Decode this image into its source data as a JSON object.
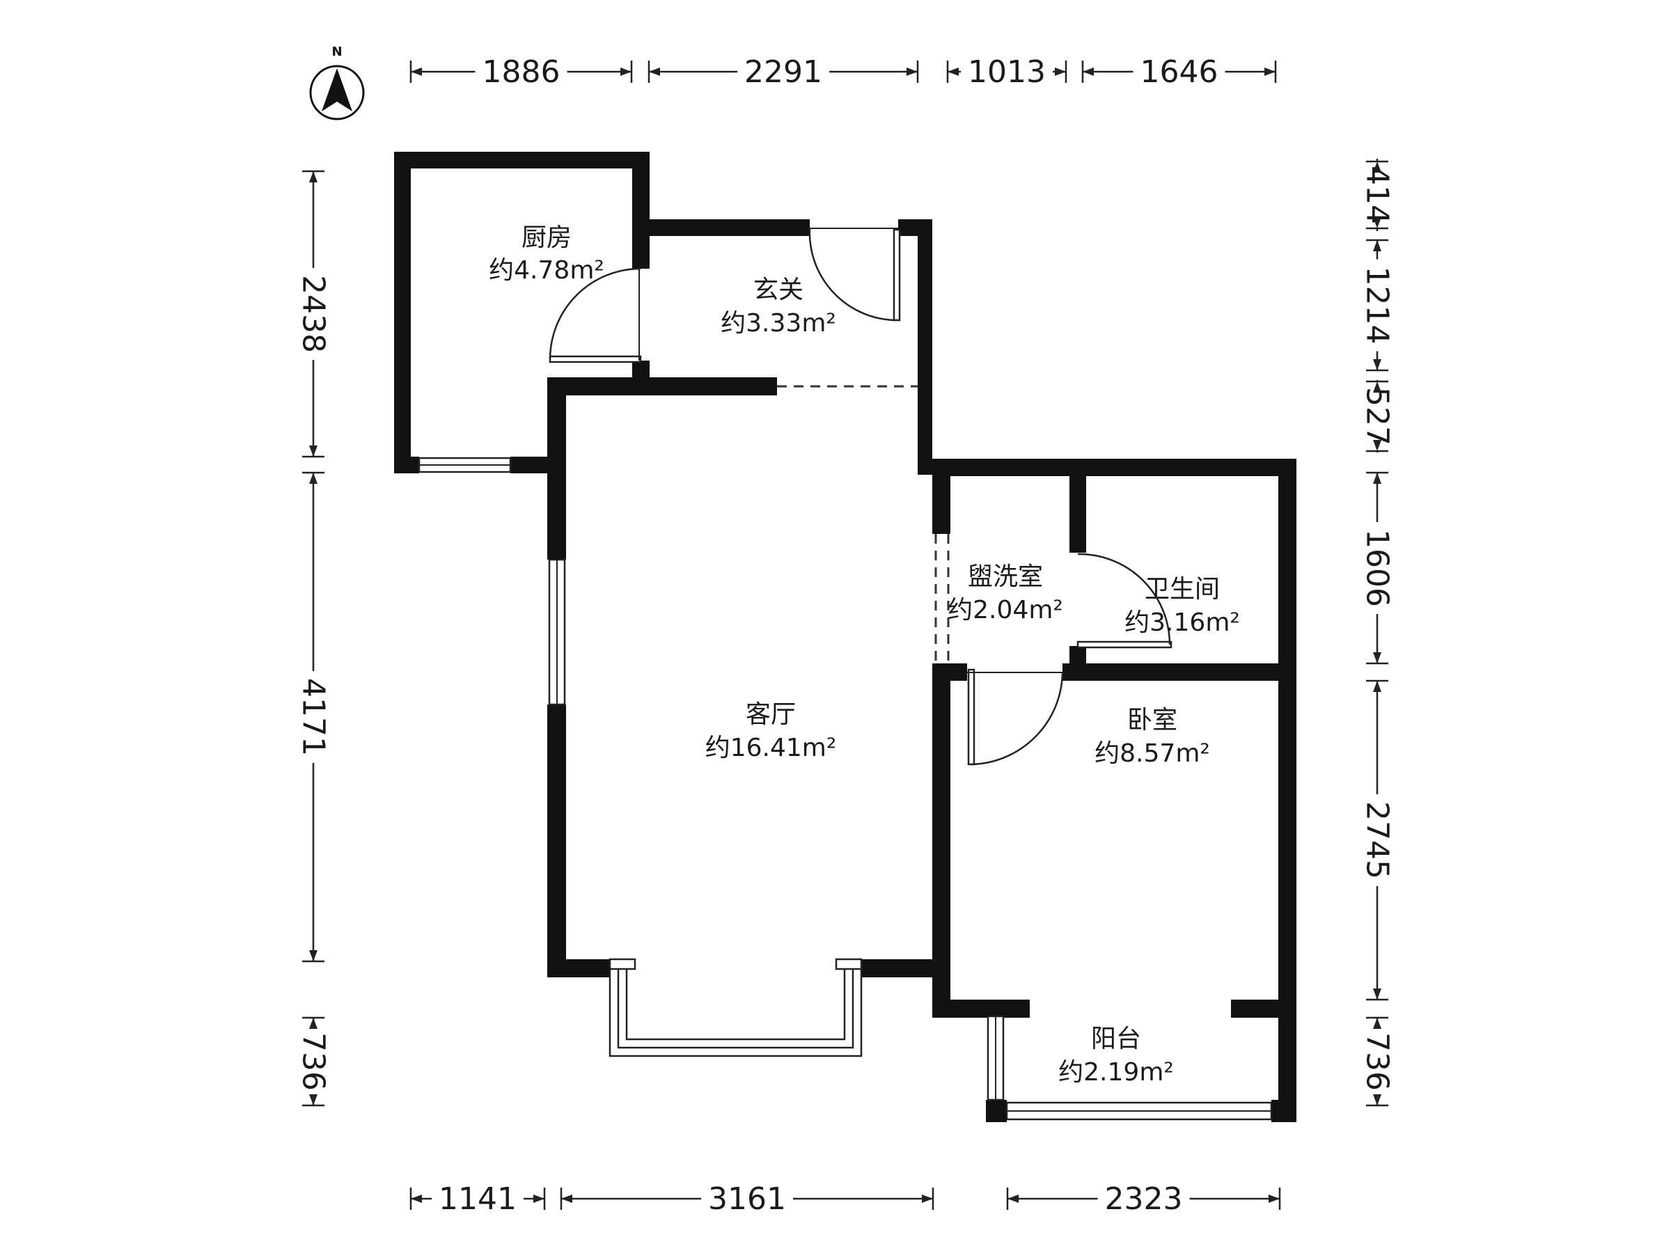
{
  "compass": {
    "label": "N",
    "icon": "north-arrow-icon"
  },
  "rooms": [
    {
      "id": "kitchen",
      "name": "厨房",
      "area": "约4.78m²"
    },
    {
      "id": "entrance",
      "name": "玄关",
      "area": "约3.33m²"
    },
    {
      "id": "living",
      "name": "客厅",
      "area": "约16.41m²"
    },
    {
      "id": "washroom",
      "name": "盥洗室",
      "area": "约2.04m²"
    },
    {
      "id": "bathroom",
      "name": "卫生间",
      "area": "约3.16m²"
    },
    {
      "id": "bedroom",
      "name": "卧室",
      "area": "约8.57m²"
    },
    {
      "id": "balcony",
      "name": "阳台",
      "area": "约2.19m²"
    }
  ],
  "dimensions": {
    "top": [
      "1886",
      "2291",
      "1013",
      "1646"
    ],
    "bottom": [
      "1141",
      "3161",
      "2323"
    ],
    "left": [
      "2438",
      "4171",
      "736"
    ],
    "right": [
      "414",
      "1214",
      "527",
      "1606",
      "2745",
      "736"
    ]
  },
  "colors": {
    "wall": "#111111",
    "line": "#222222",
    "background": "#ffffff"
  }
}
